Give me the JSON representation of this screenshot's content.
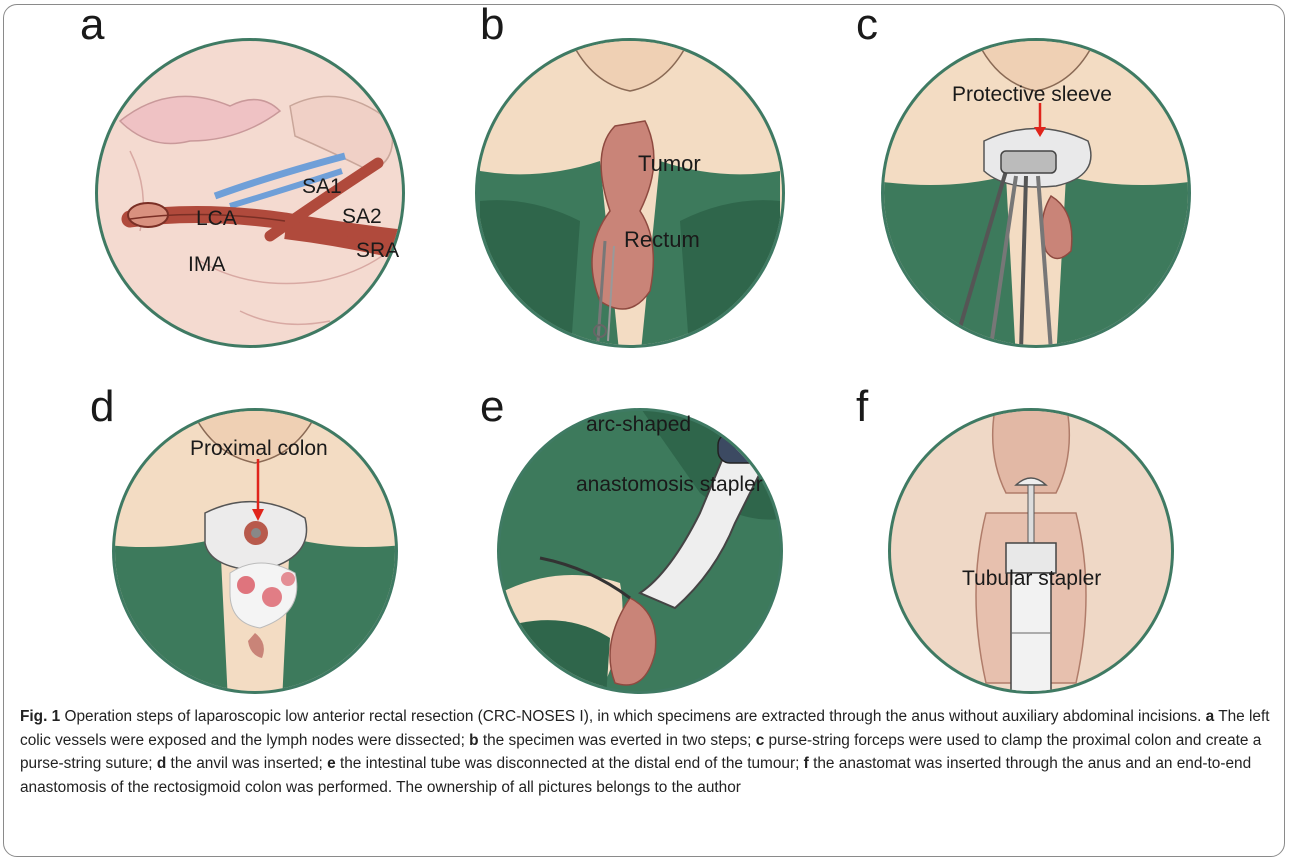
{
  "panels": {
    "a": {
      "letter": "a",
      "labels": {
        "lca": "LCA",
        "sa1": "SA1",
        "sa2": "SA2",
        "ima": "IMA",
        "sra": "SRA"
      }
    },
    "b": {
      "letter": "b",
      "labels": {
        "tumor": "Tumor",
        "rectum": "Rectum"
      }
    },
    "c": {
      "letter": "c",
      "labels": {
        "sleeve": "Protective sleeve"
      }
    },
    "d": {
      "letter": "d",
      "labels": {
        "colon": "Proximal colon"
      }
    },
    "e": {
      "letter": "e",
      "labels": {
        "line1": "arc-shaped",
        "line2": "anastomosis stapler"
      }
    },
    "f": {
      "letter": "f",
      "labels": {
        "stapler": "Tubular stapler"
      }
    }
  },
  "caption": {
    "fig_label": "Fig. 1",
    "intro": " Operation steps of laparoscopic low anterior rectal resection (CRC-NOSES I), in which specimens are extracted through the anus without auxiliary abdominal incisions. ",
    "a_key": "a",
    "a_text": " The left colic vessels were exposed and the lymph nodes were dissected; ",
    "b_key": "b",
    "b_text": " the specimen was everted in two steps; ",
    "c_key": "c",
    "c_text": " purse-string forceps were used to clamp the proximal colon and create a purse-string suture; ",
    "d_key": "d",
    "d_text": " the anvil was inserted; ",
    "e_key": "e",
    "e_text": " the intestinal tube was disconnected at the distal end of the tumour; ",
    "f_key": "f",
    "f_text": " the anastomat was inserted through the anus and an end-to-end anastomosis of the rectosigmoid colon was performed. The ownership of all pictures belongs to the author"
  },
  "colors": {
    "ring": "#3f7a63",
    "drape": "#3d7a5c",
    "skin": "#f3dcc3",
    "tissue": "#e6c4b8",
    "artery": "#b04a3c",
    "vein": "#6f9fd8",
    "rectum": "#c98478"
  }
}
